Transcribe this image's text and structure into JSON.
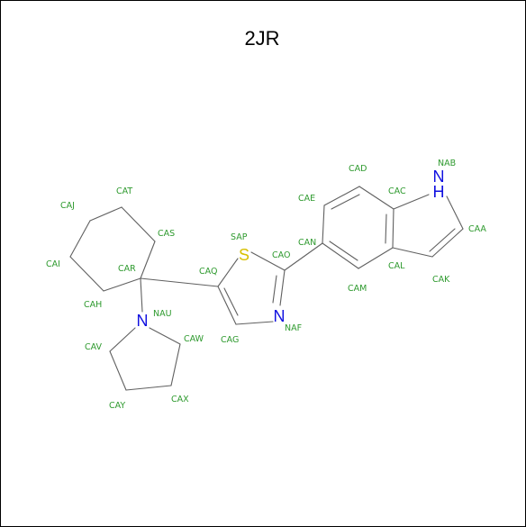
{
  "title": "2JR",
  "colors": {
    "bond": "#606060",
    "atom_label": "#2e9a2e",
    "nitrogen": "#1010e0",
    "sulfur": "#d8c000",
    "hydrogen": "#1010e0"
  },
  "atoms": {
    "N_NAU": "N",
    "S_SAP": "S",
    "N_NAF": "N",
    "N_NAB": "N",
    "H_NAB": "H"
  },
  "labels": {
    "CAD": "CAD",
    "NAB": "NAB",
    "CAE": "CAE",
    "CAC": "CAC",
    "CAA": "CAA",
    "CAT": "CAT",
    "CAJ": "CAJ",
    "CAS": "CAS",
    "SAP": "SAP",
    "CAN": "CAN",
    "CAO": "CAO",
    "CAI": "CAI",
    "CAR": "CAR",
    "CAQ": "CAQ",
    "CAL": "CAL",
    "CAK": "CAK",
    "CAH": "CAH",
    "CAM": "CAM",
    "NAU": "NAU",
    "NAF": "NAF",
    "CAW": "CAW",
    "CAV": "CAV",
    "CAG": "CAG",
    "CAX": "CAX",
    "CAY": "CAY"
  }
}
